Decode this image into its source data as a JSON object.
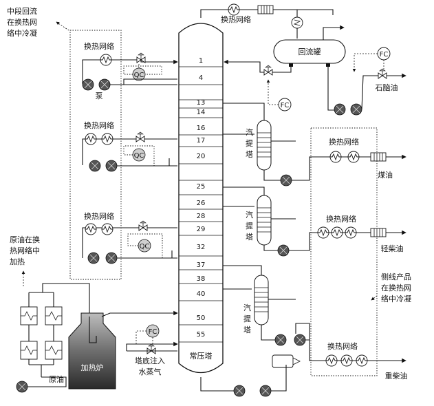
{
  "labels": {
    "mid_reflux": [
      "中段回流",
      "在换热网",
      "络中冷凝"
    ],
    "heat_net": "换热网络",
    "reflux_drum": "回流罐",
    "naphtha": "石脑油",
    "pump": "泵",
    "kerosene": "煤油",
    "light_diesel": "轻柴油",
    "heavy_diesel": "重柴油",
    "crude_heat": [
      "原油在换",
      "热网络中",
      "加热"
    ],
    "furnace": "加热炉",
    "crude": "原油",
    "bottom_steam": [
      "塔底注入",
      "水蒸气"
    ],
    "tower": "常压塔",
    "stripper": [
      "汽",
      "提",
      "塔"
    ],
    "side_products": [
      "侧线产品",
      "在换热网",
      "络中冷凝"
    ],
    "controller_fc": "FC",
    "controller_qc": "QC"
  },
  "trays": [
    "1",
    "4",
    "13",
    "14",
    "16",
    "17",
    "20",
    "25",
    "26",
    "28",
    "29",
    "32",
    "37",
    "38",
    "40",
    "50",
    "55"
  ],
  "colors": {
    "furnace_dark": "#2a2a2a",
    "furnace_light": "#bdbdbd",
    "pump_dark": "#444444",
    "controller_fill": "#cfcfcf"
  }
}
